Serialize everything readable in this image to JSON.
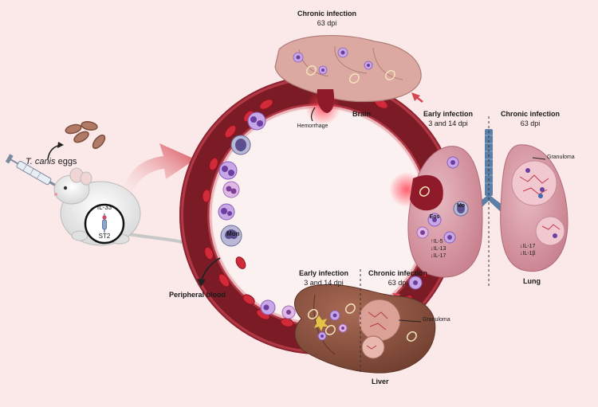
{
  "route": {
    "eggs_species": "T. canis",
    "eggs_word": "eggs"
  },
  "receptor": {
    "ligand": "IL-33",
    "receptor": "ST2"
  },
  "blood": {
    "label": "Peripheral blood",
    "cell_label": "Mon"
  },
  "brain": {
    "title": "Chronic infection",
    "time": "63 dpi",
    "name": "Brain",
    "hemorrhage": "Hemorrhage"
  },
  "lung": {
    "early_title": "Early infection",
    "early_time": "3 and 14 dpi",
    "chronic_title": "Chronic infection",
    "chronic_time": "63 dpi",
    "name": "Lung",
    "granuloma": "Granuloma",
    "mo": "Mo",
    "eos": "Eos",
    "early_cytokines": [
      "↑IL-5",
      "↓IL-13",
      "↓IL-17"
    ],
    "chronic_cytokines": [
      "↓IL-17",
      "↓IL-1β"
    ]
  },
  "liver": {
    "early_title": "Early infection",
    "early_time": "3 and 14 dpi",
    "chronic_title": "Chronic infection",
    "chronic_time": "63 dpi",
    "name": "Liver",
    "granuloma": "Granuloma"
  },
  "colors": {
    "background": "#fbe9e9",
    "vessel_outer": "#c0404a",
    "vessel_inner": "#7a1b25",
    "rbc": "#c4202e",
    "leukocyte": "#c8a7e6",
    "nucleus": "#6b3fa0",
    "lung": "#d79aa6",
    "liver": "#8a5240",
    "brain": "#d9a7a0",
    "trachea": "#5c7fa8",
    "arrow": "#d64550"
  }
}
